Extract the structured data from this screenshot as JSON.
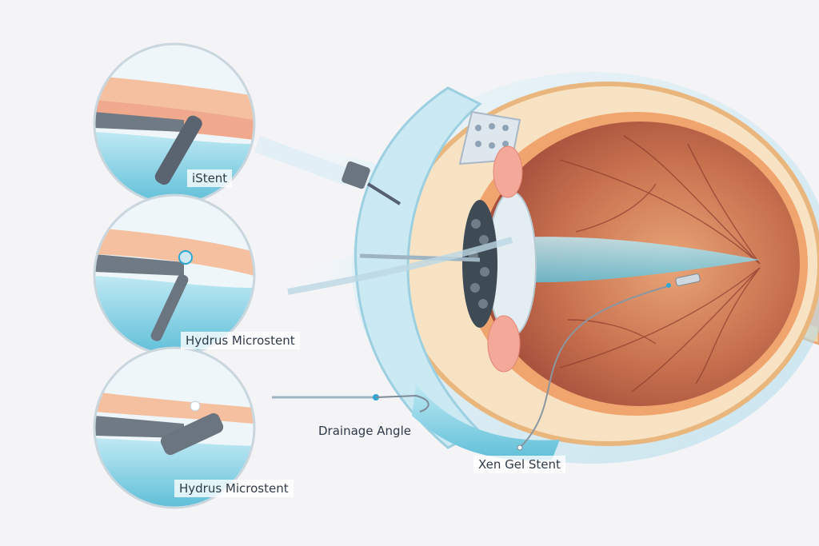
{
  "labels": {
    "istent": "iStent",
    "hydrus_top": "Hydrus Microstent",
    "hydrus_bottom": "Hydrus Microstent",
    "drainage_angle": "Drainage Angle",
    "xen": "Xen Gel Stent"
  },
  "colors": {
    "background": "#f4f3f6",
    "fluid": "#7fd0e4",
    "retina": "#c56a4a",
    "sclera": "#f3c98d",
    "tissue": "#f2b69a"
  }
}
